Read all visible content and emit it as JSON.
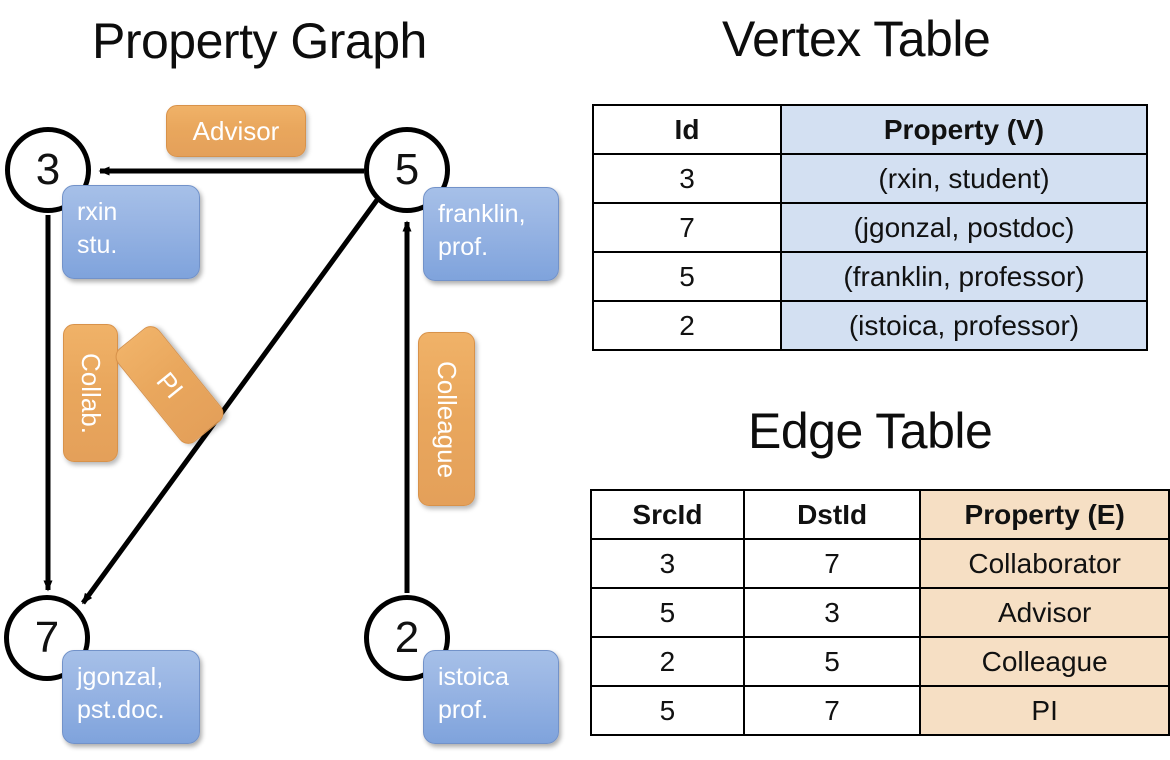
{
  "titles": {
    "property_graph": "Property Graph",
    "vertex_table": "Vertex Table",
    "edge_table": "Edge Table"
  },
  "graph": {
    "vertices": [
      {
        "id": "3",
        "property_line1": "rxin",
        "property_line2": "stu."
      },
      {
        "id": "5",
        "property_line1": "franklin,",
        "property_line2": "prof."
      },
      {
        "id": "7",
        "property_line1": "jgonzal,",
        "property_line2": "pst.doc."
      },
      {
        "id": "2",
        "property_line1": "istoica",
        "property_line2": "prof."
      }
    ],
    "edge_labels": {
      "advisor": "Advisor",
      "collab": "Collab.",
      "pi": "PI",
      "colleague": "Colleague"
    },
    "edges": [
      {
        "src": "5",
        "dst": "3",
        "label": "Advisor"
      },
      {
        "src": "3",
        "dst": "7",
        "label": "Collab."
      },
      {
        "src": "5",
        "dst": "7",
        "label": "PI"
      },
      {
        "src": "2",
        "dst": "5",
        "label": "Colleague"
      }
    ]
  },
  "vertex_table": {
    "headers": [
      "Id",
      "Property (V)"
    ],
    "rows": [
      [
        "3",
        "(rxin, student)"
      ],
      [
        "7",
        "(jgonzal, postdoc)"
      ],
      [
        "5",
        "(franklin, professor)"
      ],
      [
        "2",
        "(istoica, professor)"
      ]
    ]
  },
  "edge_table": {
    "headers": [
      "SrcId",
      "DstId",
      "Property (E)"
    ],
    "rows": [
      [
        "3",
        "7",
        "Collaborator"
      ],
      [
        "5",
        "3",
        "Advisor"
      ],
      [
        "2",
        "5",
        "Colleague"
      ],
      [
        "5",
        "7",
        "PI"
      ]
    ]
  },
  "colors": {
    "vertex_property_fill": "#9ab6e4",
    "edge_label_fill": "#e9a75d",
    "vertex_table_prop_fill": "#d3e0f2",
    "edge_table_prop_fill": "#f6dfc4",
    "stroke": "#000000"
  }
}
